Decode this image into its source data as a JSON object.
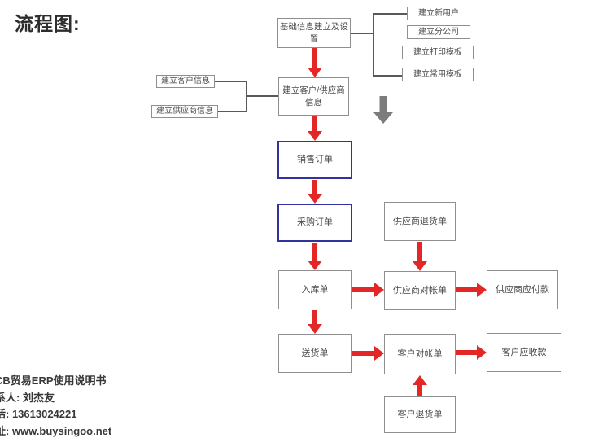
{
  "title": "流程图:",
  "colors": {
    "arrow_red": "#e32726",
    "order_box_border_blue": "#32329f",
    "box_border_gray": "#8f8f8f",
    "connector_gray": "#595959",
    "block_arrow_gray": "#7c7c7c",
    "box_text": "#4a4a4a"
  },
  "nodes": {
    "base_info": {
      "label": "基础信息建立及设置"
    },
    "new_user": {
      "label": "建立新用户"
    },
    "branch_company": {
      "label": "建立分公司"
    },
    "print_template": {
      "label": "建立打印模板"
    },
    "common_template": {
      "label": "建立常用模板"
    },
    "customer_info": {
      "label": "建立客户信息"
    },
    "supplier_info": {
      "label": "建立供应商信息"
    },
    "customer_supplier": {
      "label": "建立客户/供应商信息"
    },
    "sales_order": {
      "label": "销售订单"
    },
    "purchase_order": {
      "label": "采购订单"
    },
    "supplier_return": {
      "label": "供应商退货单"
    },
    "warehouse_in": {
      "label": "入库单"
    },
    "supplier_statement": {
      "label": "供应商对帐单"
    },
    "supplier_payable": {
      "label": "供应商应付款"
    },
    "delivery_note": {
      "label": "送货单"
    },
    "customer_statement": {
      "label": "客户对帐单"
    },
    "customer_receivable": {
      "label": "客户应收款"
    },
    "customer_return": {
      "label": "客户退货单"
    }
  },
  "footer": {
    "line1": "CB贸易ERP使用说明书",
    "line2": "系人: 刘杰友",
    "line3": "话: 13613024221",
    "line4": "址: www.buysingoo.net"
  }
}
